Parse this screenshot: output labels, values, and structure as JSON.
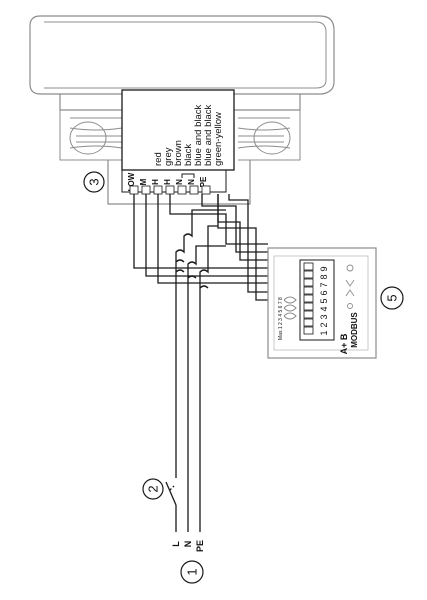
{
  "callouts": {
    "supply": "1",
    "switch": "2",
    "fan": "3",
    "controller": "5"
  },
  "supply_lines": [
    "L",
    "N",
    "PE"
  ],
  "fan": {
    "wire_colours": [
      "red",
      "grey",
      "brown",
      "black",
      "blue and black",
      "blue and black",
      "green-yellow"
    ],
    "terminals": [
      "LOW",
      "M",
      "H",
      "H",
      "N",
      "N",
      "PE"
    ]
  },
  "controller": {
    "terminal_numbers": [
      "1",
      "2",
      "3",
      "4",
      "5",
      "6",
      "7",
      "8",
      "9"
    ],
    "bus_label": "A+ B",
    "modbus_label": "MODBUS",
    "small_header": "Mas 1 2 3 4 5 6 7 8"
  }
}
